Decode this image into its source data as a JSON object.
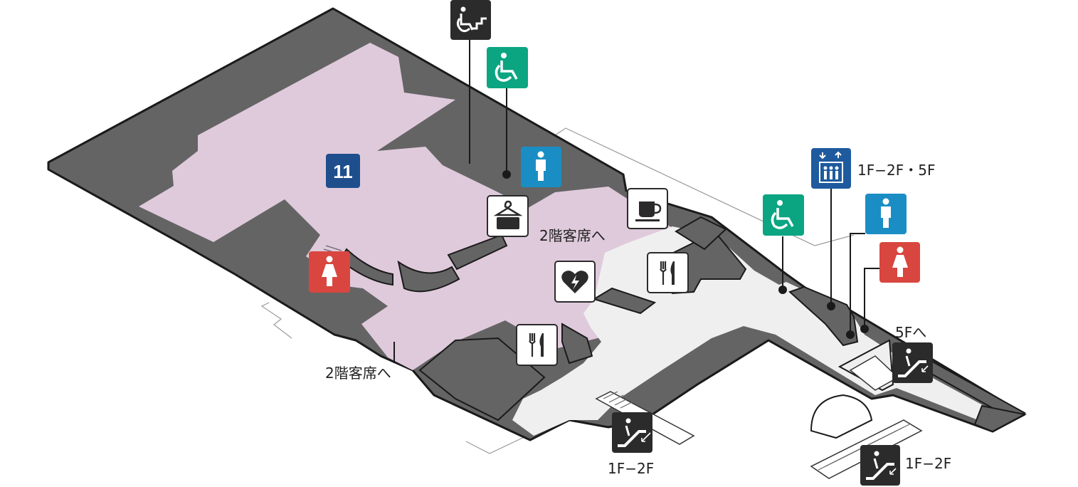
{
  "map": {
    "room_number": "11",
    "labels": {
      "stairs_to_2f_seats_upper": "2階客席へ",
      "stairs_to_2f_seats_lower": "2階客席へ",
      "elevator_floors": "1F−2F・5F",
      "escalator_to_5f": "5Fへ",
      "escalator_center_floors": "1F−2F",
      "escalator_right_floors": "1F−2F"
    },
    "icons": [
      "accessible-stairs-icon",
      "wheelchair-toilet-icon",
      "mens-toilet-icon",
      "womens-toilet-icon",
      "cloakroom-icon",
      "cafe-icon",
      "restaurant-icon",
      "aed-icon",
      "elevator-icon",
      "escalator-icon"
    ],
    "colors": {
      "wall": "#646464",
      "hall_floor": "#dfcadc",
      "lobby_floor": "#efefef",
      "room_badge": "#1f4e8c",
      "wheelchair_toilet": "#0ba582",
      "mens_toilet": "#1a8ec4",
      "womens_toilet": "#d8463f",
      "elevator": "#1f5a9e",
      "facility_icon": "#2b2b2b"
    }
  }
}
